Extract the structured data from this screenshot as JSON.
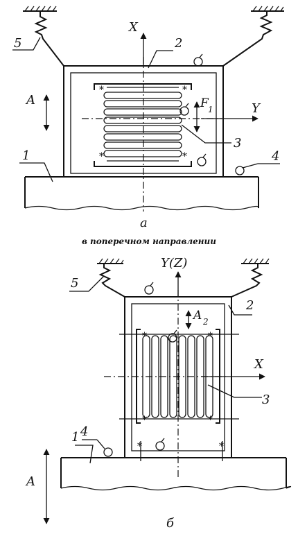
{
  "figure_a": {
    "axis_x": "X",
    "axis_y": "Y",
    "label_A": "A",
    "label_F": "F",
    "label_F_sub": "1",
    "part_1": "1",
    "part_2": "2",
    "part_3": "3",
    "part_4": "4",
    "part_5": "5",
    "caption": "а"
  },
  "section_title": "в поперечном направлении",
  "figure_b": {
    "axis_top": "Y(Z)",
    "axis_x": "X",
    "label_A": "A",
    "label_A2": "A",
    "label_A2_sub": "2",
    "part_1": "1",
    "part_2": "2",
    "part_3": "3",
    "part_4": "4",
    "part_5": "5",
    "caption": "б"
  }
}
